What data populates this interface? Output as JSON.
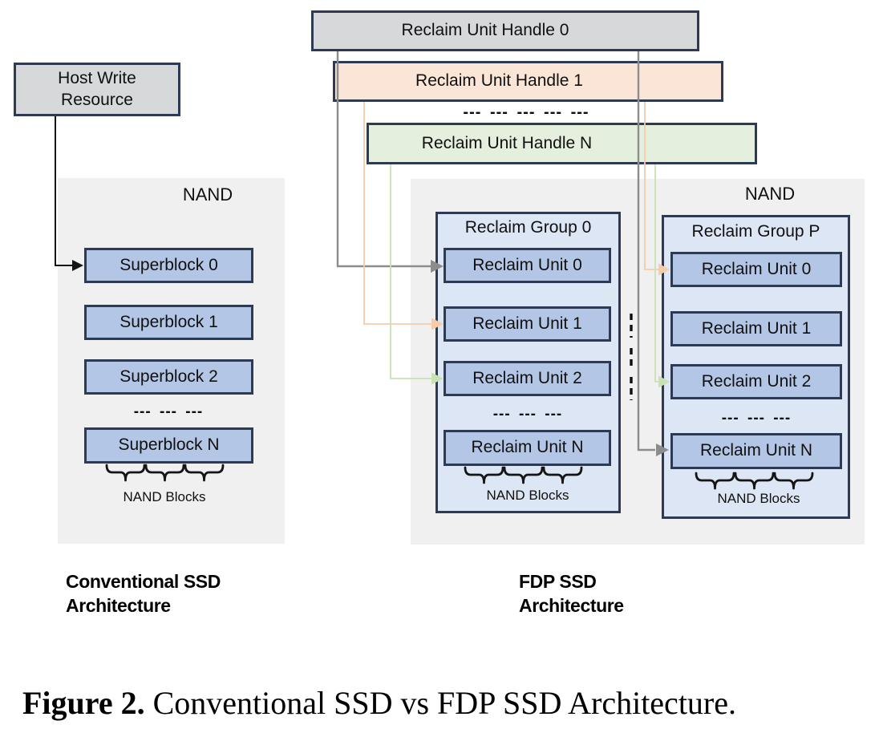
{
  "colors": {
    "navy": "#2c3a54",
    "box-gray": "#d7d8da",
    "box-peach": "#fae5d7",
    "box-green": "#e5efdd",
    "box-blue": "#b3c6e5",
    "panel-blue": "#dce6f4",
    "panel-gray": "#f0f0f1",
    "line-gray": "#8c8c8c",
    "line-peach": "#f6cba8",
    "line-green": "#c8e2b3",
    "line-black": "#151515"
  },
  "conventional": {
    "host_box": "Host Write Resource",
    "nand_label": "NAND",
    "superblocks": [
      "Superblock 0",
      "Superblock 1",
      "Superblock 2"
    ],
    "dashes": "--- --- ---",
    "superblock_n": "Superblock N",
    "nand_blocks_label": "NAND Blocks",
    "caption": [
      "Conventional SSD",
      "Architecture"
    ]
  },
  "fdp": {
    "handles": [
      "Reclaim Unit Handle 0",
      "Reclaim Unit Handle 1"
    ],
    "handles_dashes": "--- --- --- --- ---",
    "handle_n": "Reclaim Unit Handle N",
    "nand_label": "NAND",
    "group0": {
      "title": "Reclaim Group 0",
      "units": [
        "Reclaim Unit 0",
        "Reclaim Unit 1",
        "Reclaim Unit 2"
      ],
      "dashes": "--- --- ---",
      "unit_n": "Reclaim Unit N",
      "nand_blocks_label": "NAND Blocks"
    },
    "groupP": {
      "title": "Reclaim Group P",
      "units": [
        "Reclaim Unit 0",
        "Reclaim Unit 1",
        "Reclaim Unit 2"
      ],
      "dashes": "--- --- ---",
      "unit_n": "Reclaim Unit N",
      "nand_blocks_label": "NAND Blocks"
    },
    "caption": [
      "FDP SSD",
      "Architecture"
    ]
  },
  "figure_caption": {
    "label": "Figure 2.",
    "text": "Conventional SSD vs FDP SSD Architecture."
  }
}
